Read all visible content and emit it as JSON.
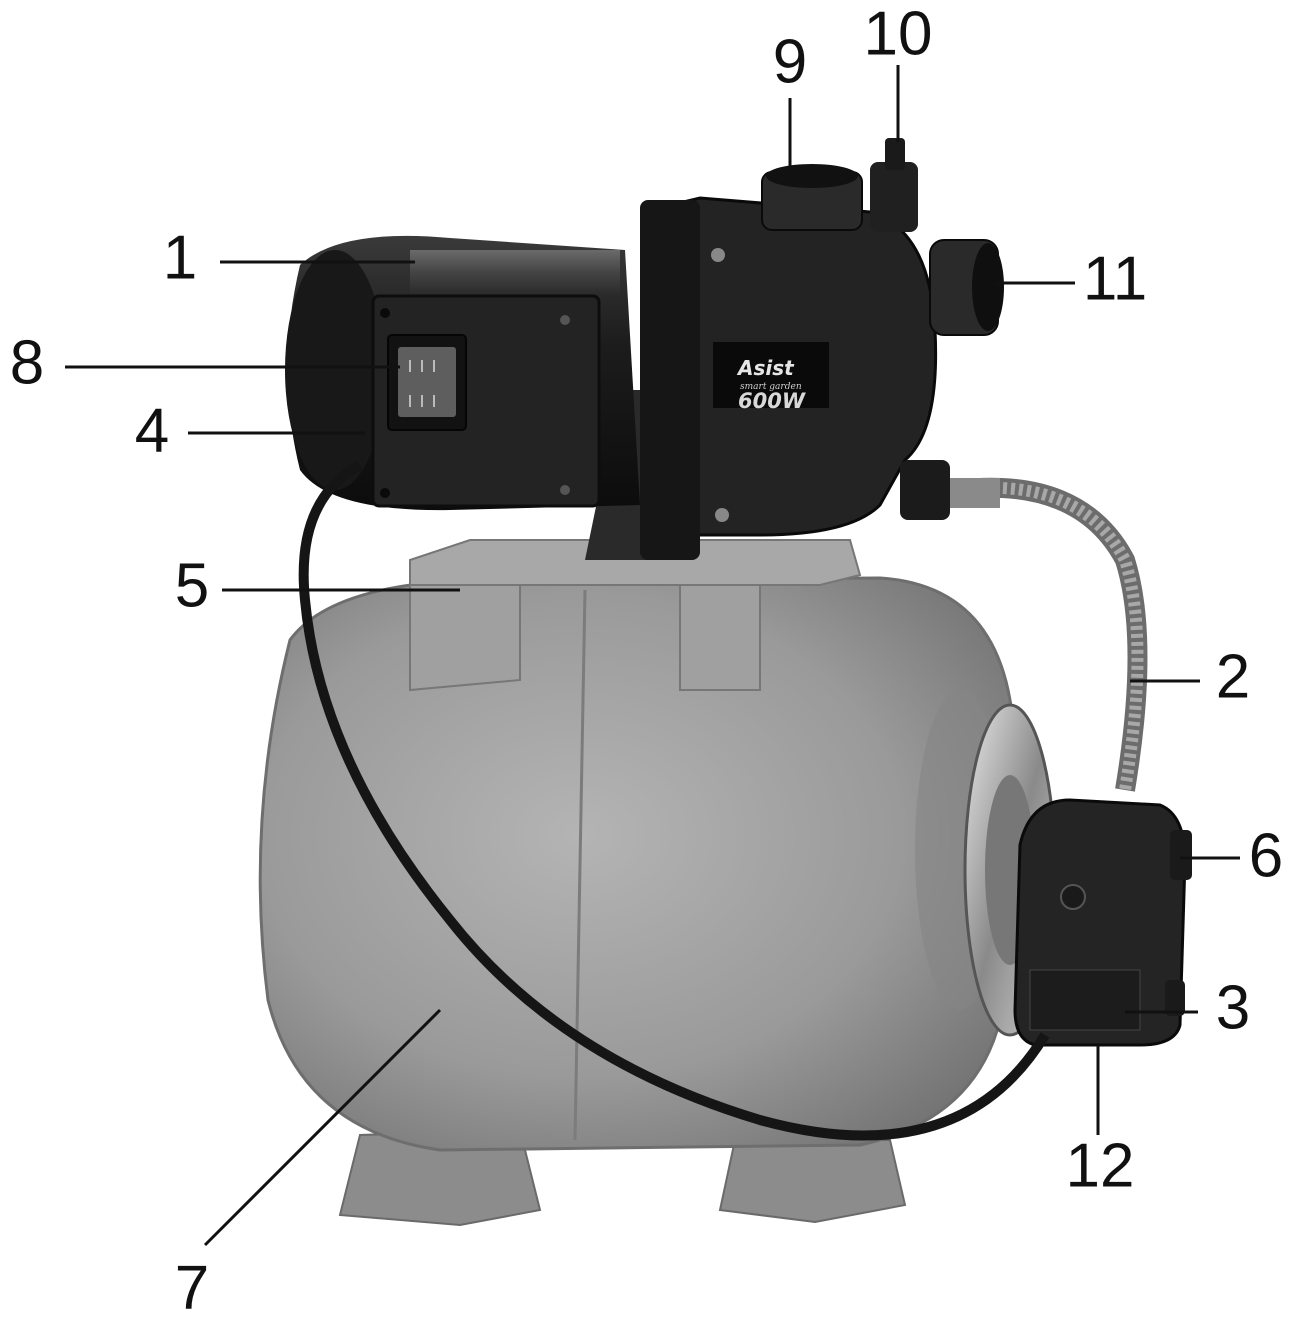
{
  "brand": {
    "name": "Asist",
    "tagline": "smart garden",
    "power": "600W"
  },
  "callouts": [
    {
      "id": "1",
      "label": "1"
    },
    {
      "id": "2",
      "label": "2"
    },
    {
      "id": "3",
      "label": "3"
    },
    {
      "id": "4",
      "label": "4"
    },
    {
      "id": "5",
      "label": "5"
    },
    {
      "id": "6",
      "label": "6"
    },
    {
      "id": "7",
      "label": "7"
    },
    {
      "id": "8",
      "label": "8"
    },
    {
      "id": "9",
      "label": "9"
    },
    {
      "id": "10",
      "label": "10"
    },
    {
      "id": "11",
      "label": "11"
    },
    {
      "id": "12",
      "label": "12"
    }
  ],
  "colors": {
    "tank": "#9a9a9a",
    "pump_body": "#1f1f1f",
    "leader_line": "#111111",
    "background": "#ffffff"
  }
}
